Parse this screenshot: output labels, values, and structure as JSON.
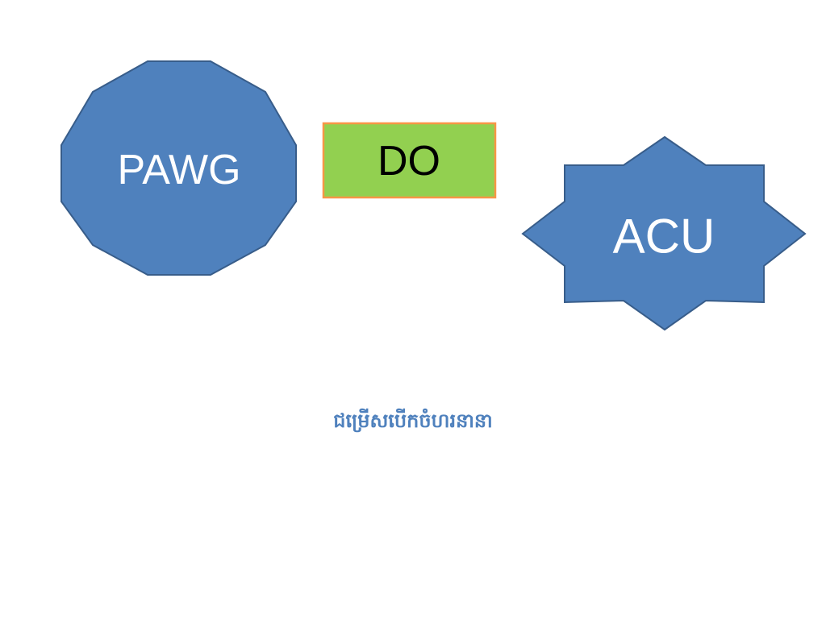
{
  "slide": {
    "shapes": [
      {
        "id": "pawg",
        "kind": "dodecagon",
        "label": "PAWG",
        "fill": "#4F81BD",
        "stroke": "#385D8A",
        "text_color": "#FFFFFF"
      },
      {
        "id": "do",
        "kind": "rectangle",
        "label": "DO",
        "fill": "#92D050",
        "stroke": "#F79646",
        "text_color": "#000000"
      },
      {
        "id": "acu",
        "kind": "eight-point-star",
        "label": "ACU",
        "fill": "#4F81BD",
        "stroke": "#385D8A",
        "text_color": "#FFFFFF"
      }
    ],
    "caption": {
      "text": "ជម្រើសបើកចំហរនានា",
      "color": "#4F81BD"
    }
  }
}
